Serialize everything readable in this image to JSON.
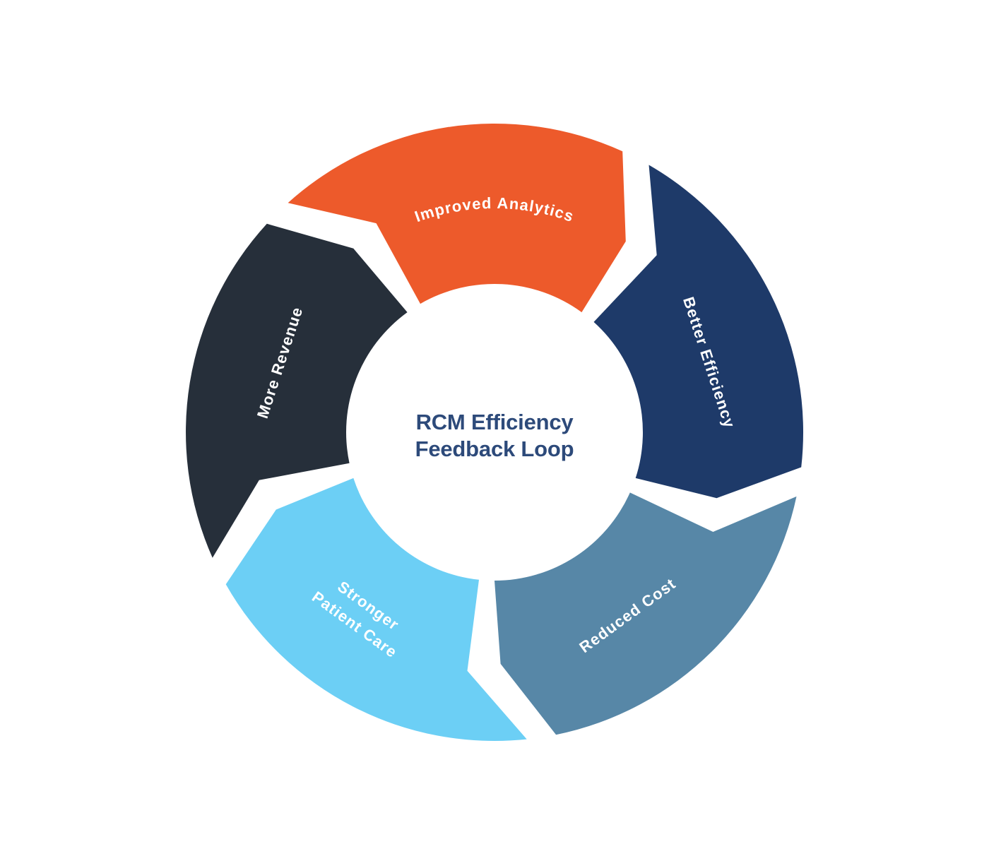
{
  "title": {
    "line1": "RCM Efficiency",
    "line2": "Feedback Loop"
  },
  "chart_data": {
    "type": "cycle-diagram",
    "title": "RCM Efficiency Feedback Loop",
    "direction": "clockwise",
    "background": "#ffffff",
    "title_color": "#2D4A7A",
    "label_color": "#ffffff",
    "segments": [
      {
        "id": "improved-analytics",
        "label": "Improved Analytics",
        "label_lines": [
          "Improved Analytics"
        ],
        "label_layout": "arc",
        "position": "top",
        "color": "#ED5A2B"
      },
      {
        "id": "better-efficiency",
        "label": "Better Efficiency",
        "label_lines": [
          "Better Efficiency"
        ],
        "label_layout": "straight",
        "position": "right",
        "color": "#1E3A69"
      },
      {
        "id": "reduced-cost",
        "label": "Reduced Cost",
        "label_lines": [
          "Reduced Cost"
        ],
        "label_layout": "straight",
        "position": "bottom-right",
        "color": "#5787A7"
      },
      {
        "id": "stronger-patient-care",
        "label": "Stronger Patient Care",
        "label_lines": [
          "Stronger",
          "Patient Care"
        ],
        "label_layout": "straight",
        "position": "bottom-left",
        "color": "#6CCFF5"
      },
      {
        "id": "more-revenue",
        "label": "More Revenue",
        "label_lines": [
          "More Revenue"
        ],
        "label_layout": "straight",
        "position": "left",
        "color": "#262F3A"
      }
    ]
  }
}
